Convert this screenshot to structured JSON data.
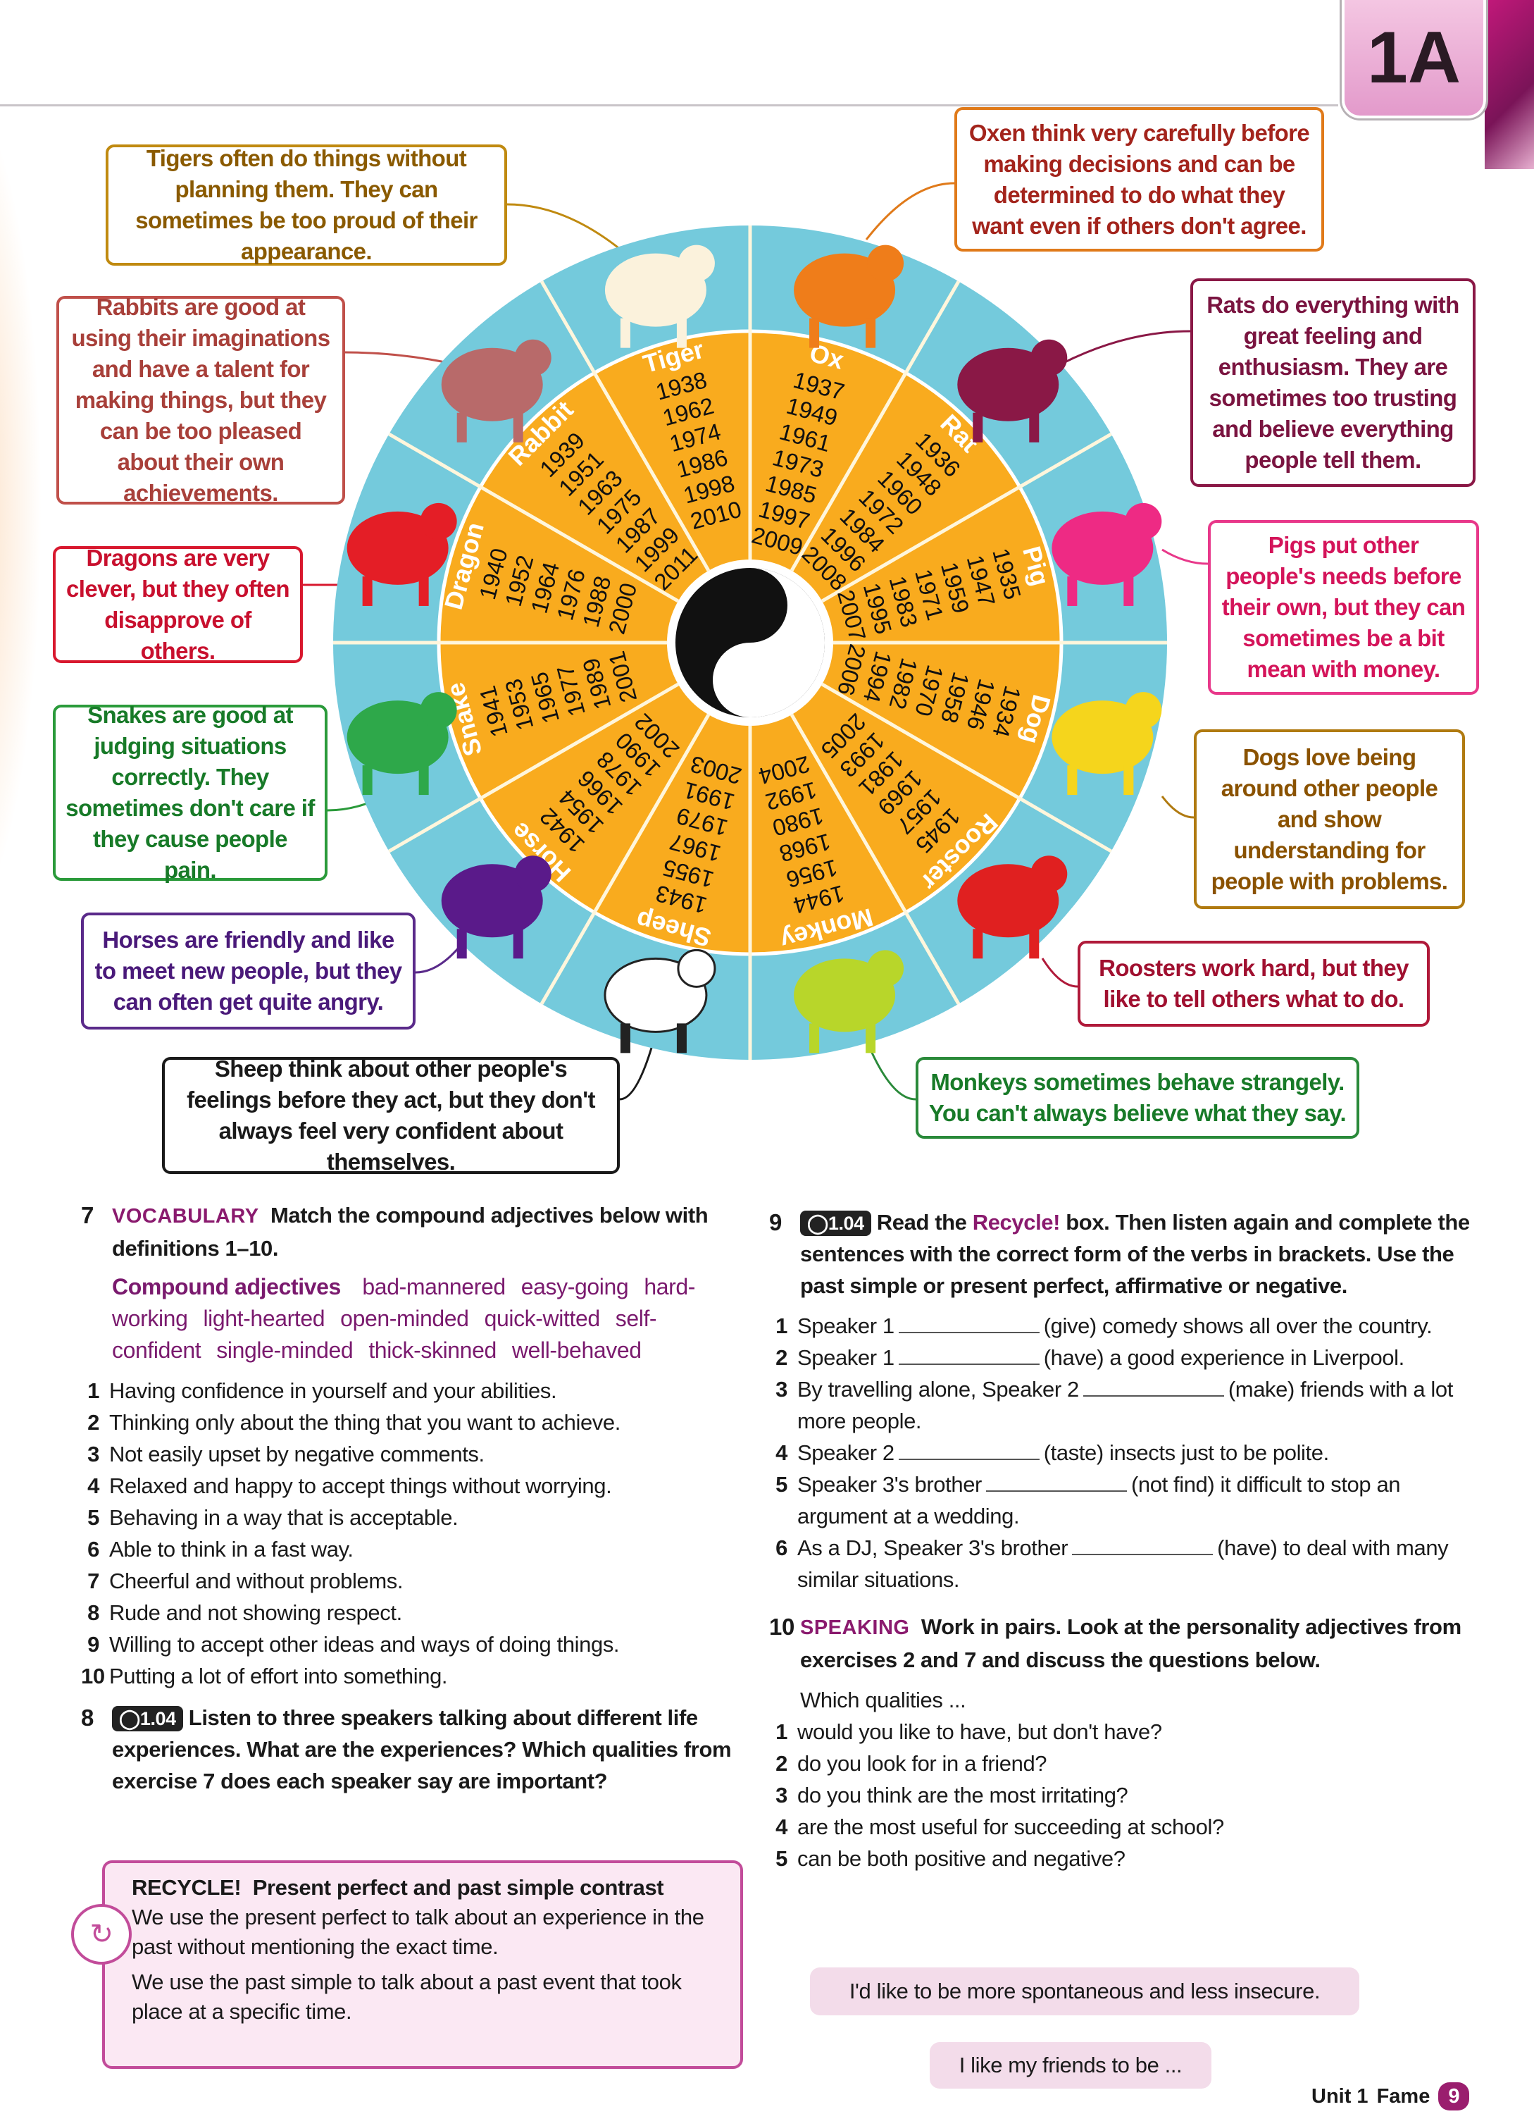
{
  "unit_tab": "1A",
  "wheel": {
    "colors": {
      "ring": "#74cadc",
      "inner": "#f9ab1e",
      "divider": "#fff6dc"
    },
    "signs": [
      {
        "name": "Ox",
        "years": [
          "1937",
          "1949",
          "1961",
          "1973",
          "1985",
          "1997",
          "2009"
        ],
        "animal_color": "#ef7d1a"
      },
      {
        "name": "Rat",
        "years": [
          "1936",
          "1948",
          "1960",
          "1972",
          "1984",
          "1996",
          "2008"
        ],
        "animal_color": "#8a1846"
      },
      {
        "name": "Pig",
        "years": [
          "1935",
          "1947",
          "1959",
          "1971",
          "1983",
          "1995",
          "2007"
        ],
        "animal_color": "#ee2a84"
      },
      {
        "name": "Dog",
        "years": [
          "1934",
          "1946",
          "1958",
          "1970",
          "1982",
          "1994",
          "2006"
        ],
        "animal_color": "#f5d51c"
      },
      {
        "name": "Rooster",
        "years": [
          "1945",
          "1957",
          "1969",
          "1981",
          "1993",
          "2005"
        ],
        "animal_color": "#e02020"
      },
      {
        "name": "Monkey",
        "years": [
          "1944",
          "1956",
          "1968",
          "1980",
          "1992",
          "2004"
        ],
        "animal_color": "#b8d62a"
      },
      {
        "name": "Sheep",
        "years": [
          "1943",
          "1955",
          "1967",
          "1979",
          "1991",
          "2003"
        ],
        "animal_color": "#ffffff"
      },
      {
        "name": "Horse",
        "years": [
          "1942",
          "1954",
          "1966",
          "1978",
          "1990",
          "2002"
        ],
        "animal_color": "#5a1a8a"
      },
      {
        "name": "Snake",
        "years": [
          "1941",
          "1953",
          "1965",
          "1977",
          "1989",
          "2001"
        ],
        "animal_color": "#2ea84a"
      },
      {
        "name": "Dragon",
        "years": [
          "1940",
          "1952",
          "1964",
          "1976",
          "1988",
          "2000"
        ],
        "animal_color": "#e41e26"
      },
      {
        "name": "Rabbit",
        "years": [
          "1939",
          "1951",
          "1963",
          "1975",
          "1987",
          "1999",
          "2011"
        ],
        "animal_color": "#b86a6a"
      },
      {
        "name": "Tiger",
        "years": [
          "1938",
          "1962",
          "1974",
          "1986",
          "1998",
          "2010"
        ],
        "animal_color": "#fbf2dc"
      }
    ]
  },
  "callouts": {
    "tiger": {
      "text": "Tigers often do things without planning them. They can sometimes be too proud of their appearance.",
      "color": "#8a5a00",
      "border": "#c08a10"
    },
    "ox": {
      "text": "Oxen think very carefully before making decisions and can be determined to do what they want even if others don't agree.",
      "color": "#a3241c",
      "border": "#e07a1a"
    },
    "rabbit": {
      "text": "Rabbits are good at using their imaginations and have a talent for making things, but they can be too pleased about their own achievements.",
      "color": "#a8403a",
      "border": "#c0504a"
    },
    "rat": {
      "text": "Rats do everything with great feeling and enthusiasm. They are sometimes too trusting and believe everything people tell them.",
      "color": "#7a1440",
      "border": "#8a1846"
    },
    "dragon": {
      "text": "Dragons are very clever, but they often disapprove of others.",
      "color": "#c8102e",
      "border": "#d8182e"
    },
    "pig": {
      "text": "Pigs put other people's needs before their own, but they can sometimes be a bit mean with money.",
      "color": "#d4145a",
      "border": "#e8388a"
    },
    "snake": {
      "text": "Snakes are good at judging situations correctly. They sometimes don't care if they cause people pain.",
      "color": "#187a28",
      "border": "#2a9a3a"
    },
    "dog": {
      "text": "Dogs love being around other people and show understanding for people with problems.",
      "color": "#8a5200",
      "border": "#b07a10"
    },
    "horse": {
      "text": "Horses are friendly and like to meet new people, but they can often get quite angry.",
      "color": "#4a1a7a",
      "border": "#5a2a8a"
    },
    "rooster": {
      "text": "Roosters work hard, but they like to tell others what to do.",
      "color": "#a01030",
      "border": "#b01a3a"
    },
    "sheep": {
      "text": "Sheep think about other people's feelings before they act, but they don't always feel very confident about themselves.",
      "color": "#1a1a1a",
      "border": "#1a1a1a"
    },
    "monkey": {
      "text": "Monkeys sometimes behave strangely. You can't always believe what they say.",
      "color": "#187a28",
      "border": "#2a8a3a"
    }
  },
  "ex7": {
    "num": "7",
    "keyword": "VOCABULARY",
    "instruction": "Match the compound adjectives below with definitions 1–10.",
    "box_title": "Compound adjectives",
    "adjectives": [
      "bad-mannered",
      "easy-going",
      "hard-working",
      "light-hearted",
      "open-minded",
      "quick-witted",
      "self-confident",
      "single-minded",
      "thick-skinned",
      "well-behaved"
    ],
    "definitions": [
      {
        "n": "1",
        "t": "Having confidence in yourself and your abilities."
      },
      {
        "n": "2",
        "t": "Thinking only about the thing that you want to achieve."
      },
      {
        "n": "3",
        "t": "Not easily upset by negative comments."
      },
      {
        "n": "4",
        "t": "Relaxed and happy to accept things without worrying."
      },
      {
        "n": "5",
        "t": "Behaving in a way that is acceptable."
      },
      {
        "n": "6",
        "t": "Able to think in a fast way."
      },
      {
        "n": "7",
        "t": "Cheerful and without problems."
      },
      {
        "n": "8",
        "t": "Rude and not showing respect."
      },
      {
        "n": "9",
        "t": "Willing to accept other ideas and ways of doing things."
      },
      {
        "n": "10",
        "t": "Putting a lot of effort into something."
      }
    ]
  },
  "ex8": {
    "num": "8",
    "audio": "1.04",
    "instruction": "Listen to three speakers talking about different life experiences. What are the experiences? Which qualities from exercise 7 does each speaker say are important?"
  },
  "recycle": {
    "label": "RECYCLE!",
    "title": "Present perfect and past simple contrast",
    "p1": "We use the present perfect to talk about an experience in the past without mentioning the exact time.",
    "p2": "We use the past simple to talk about a past event that took place at a specific time."
  },
  "ex9": {
    "num": "9",
    "audio": "1.04",
    "pre": "Read the",
    "link": "Recycle!",
    "post": "box. Then listen again and complete the sentences with the correct form of the verbs in brackets. Use the past simple or present perfect, affirmative or negative.",
    "items": [
      {
        "n": "1",
        "a": "Speaker 1",
        "b": "(give) comedy shows all over the country."
      },
      {
        "n": "2",
        "a": "Speaker 1",
        "b": "(have) a good experience in Liverpool."
      },
      {
        "n": "3",
        "a": "By travelling alone, Speaker 2",
        "b": "(make) friends with a lot more people."
      },
      {
        "n": "4",
        "a": "Speaker 2",
        "b": "(taste) insects just to be polite."
      },
      {
        "n": "5",
        "a": "Speaker 3's brother",
        "b": "(not find) it difficult to stop an argument at a wedding."
      },
      {
        "n": "6",
        "a": "As a DJ, Speaker 3's brother",
        "b": "(have) to deal with many similar situations."
      }
    ]
  },
  "ex10": {
    "num": "10",
    "keyword": "SPEAKING",
    "instruction": "Work in pairs. Look at the personality adjectives from exercises 2 and 7 and discuss the questions below.",
    "lead": "Which qualities ...",
    "items": [
      {
        "n": "1",
        "t": "would you like to have, but don't have?"
      },
      {
        "n": "2",
        "t": "do you look for in a friend?"
      },
      {
        "n": "3",
        "t": "do you think are the most irritating?"
      },
      {
        "n": "4",
        "t": "are the most useful for succeeding at school?"
      },
      {
        "n": "5",
        "t": "can be both positive and negative?"
      }
    ],
    "bubble1": "I'd like to be more spontaneous and less insecure.",
    "bubble2": "I like my friends to be ..."
  },
  "footer": {
    "unit": "Unit 1",
    "title": "Fame",
    "page": "9"
  }
}
